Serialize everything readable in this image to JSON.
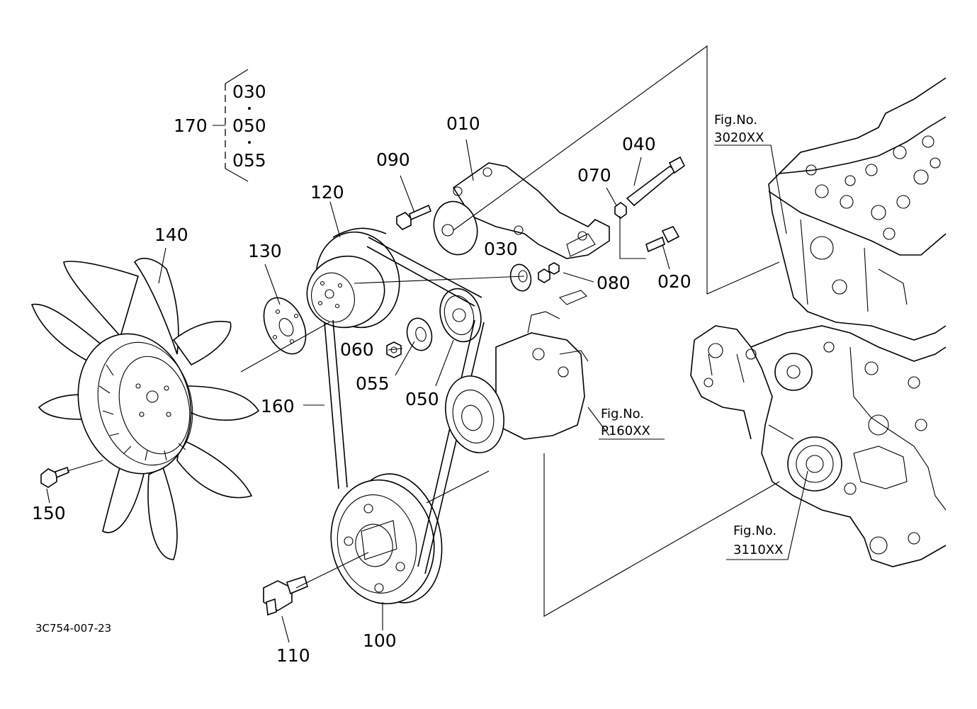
{
  "labels": {
    "p010": "010",
    "p020": "020",
    "p030a": "030",
    "p040": "040",
    "p050": "050",
    "p055": "055",
    "p060": "060",
    "p070": "070",
    "p080": "080",
    "p090": "090",
    "p100": "100",
    "p110": "110",
    "p120": "120",
    "p130": "130",
    "p140": "140",
    "p150": "150",
    "p160": "160",
    "p170": "170"
  },
  "kit": {
    "item1": "030",
    "item2": "050",
    "item3": "055"
  },
  "fig_refs": {
    "cylinder_head": {
      "title": "Fig.No.",
      "code": "3020XX"
    },
    "compressor": {
      "title": "Fig.No.",
      "code": "P160XX"
    },
    "gear_case": {
      "title": "Fig.No.",
      "code": "3110XX"
    }
  },
  "drawing_number": "3C754-007-23"
}
